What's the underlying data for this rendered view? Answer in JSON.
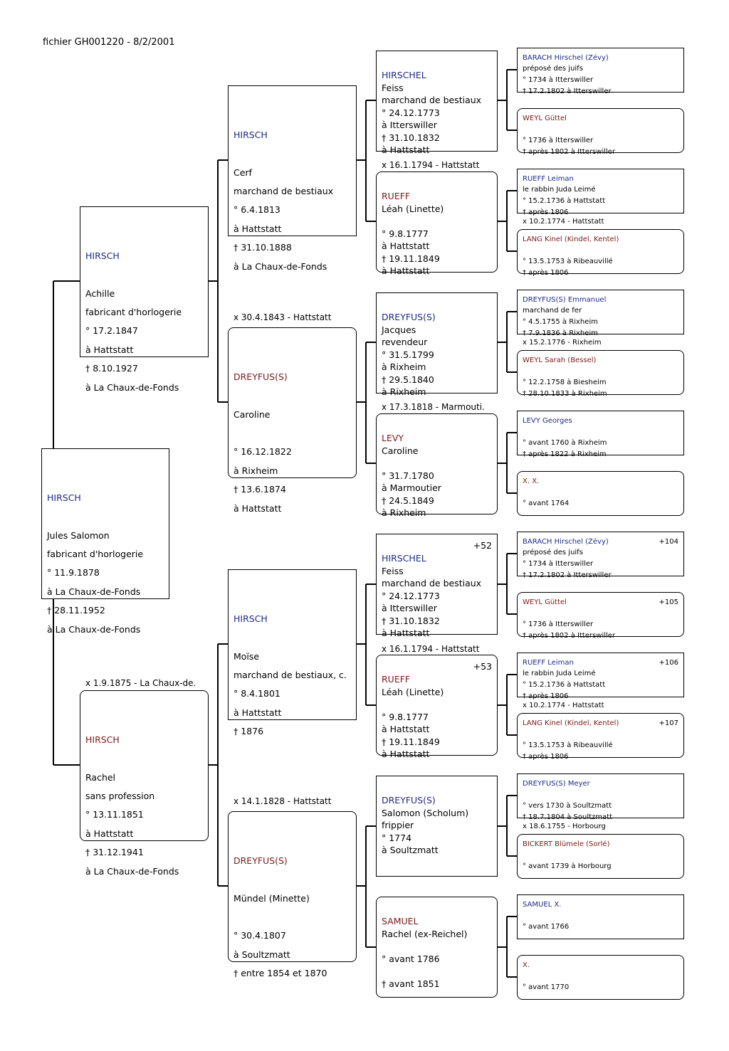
{
  "header": "fichier GH001220 - 8/2/2001",
  "colors": {
    "male": "#1f2a86",
    "female": "#7a1a1a",
    "line": "#000000"
  },
  "persons": {
    "p1": {
      "lines": [
        "HIRSCH",
        "Jules Salomon",
        "fabricant d'horlogerie",
        "° 11.9.1878",
        "à La Chaux-de-Fonds",
        "† 28.11.1952",
        "à La Chaux-de-Fonds"
      ]
    },
    "p2": {
      "lines": [
        "HIRSCH",
        "Achille",
        "fabricant d'horlogerie",
        "° 17.2.1847",
        "à Hattstatt",
        "† 8.10.1927",
        "à La Chaux-de-Fonds"
      ]
    },
    "p3": {
      "lines": [
        "HIRSCH",
        "Rachel",
        "sans profession",
        "° 13.11.1851",
        "à Hattstatt",
        "† 31.12.1941",
        "à La Chaux-de-Fonds"
      ]
    },
    "p4": {
      "lines": [
        "HIRSCH",
        "Cerf",
        "marchand de bestiaux",
        "° 6.4.1813",
        "à Hattstatt",
        "† 31.10.1888",
        "à La Chaux-de-Fonds"
      ]
    },
    "p5": {
      "lines": [
        "DREYFUS(S)",
        "Caroline",
        "",
        "° 16.12.1822",
        "à Rixheim",
        "† 13.6.1874",
        "à Hattstatt"
      ]
    },
    "p6": {
      "lines": [
        "HIRSCH",
        "Moïse",
        "marchand de bestiaux, c.",
        "° 8.4.1801",
        "à Hattstatt",
        "† 1876"
      ]
    },
    "p7": {
      "lines": [
        "DREYFUS(S)",
        "Mündel (Minette)",
        "",
        "° 30.4.1807",
        "à Soultzmatt",
        "† entre 1854 et 1870"
      ]
    },
    "p8": {
      "lines": [
        "HIRSCHEL",
        "Feiss",
        "marchand de bestiaux",
        "° 24.12.1773",
        "à Itterswiller",
        "† 31.10.1832",
        "à Hattstatt"
      ]
    },
    "p9": {
      "lines": [
        "RUEFF",
        "Léah (Linette)",
        "",
        "° 9.8.1777",
        "à Hattstatt",
        "† 19.11.1849",
        "à Hattstatt"
      ]
    },
    "p10": {
      "lines": [
        "DREYFUS(S)",
        "Jacques",
        "revendeur",
        "° 31.5.1799",
        "à Rixheim",
        "† 29.5.1840",
        "à Rixheim"
      ]
    },
    "p11": {
      "lines": [
        "LEVY",
        "Caroline",
        "",
        "° 31.7.1780",
        "à Marmoutier",
        "† 24.5.1849",
        "à Rixheim"
      ]
    },
    "p12": {
      "num": "+52",
      "lines": [
        "HIRSCHEL",
        "Feiss",
        "marchand de bestiaux",
        "° 24.12.1773",
        "à Itterswiller",
        "† 31.10.1832",
        "à Hattstatt"
      ]
    },
    "p13": {
      "num": "+53",
      "lines": [
        "RUEFF",
        "Léah (Linette)",
        "",
        "° 9.8.1777",
        "à Hattstatt",
        "† 19.11.1849",
        "à Hattstatt"
      ]
    },
    "p14": {
      "lines": [
        "DREYFUS(S)",
        "Salomon (Scholum)",
        "frippier",
        "° 1774",
        "à Soultzmatt"
      ]
    },
    "p15": {
      "lines": [
        "SAMUEL",
        "Rachel (ex-Reichel)",
        "",
        "° avant 1786",
        "",
        "† avant 1851"
      ]
    },
    "p16": {
      "lines": [
        "BARACH Hirschel (Zévy)",
        "préposé des juifs",
        "° 1734 à Itterswiller",
        "† 17.2.1802 à Itterswiller"
      ]
    },
    "p17": {
      "lines": [
        "WEYL Güttel",
        "",
        "° 1736 à Itterswiller",
        "† après 1802 à Itterswiller"
      ]
    },
    "p18": {
      "lines": [
        "RUEFF Leiman",
        "le rabbin Juda Leimé",
        "° 15.2.1736 à Hattstatt",
        "† après 1806"
      ]
    },
    "p19": {
      "lines": [
        "LANG Kinel (Kindel, Kentel)",
        "",
        "° 13.5.1753 à Ribeauvillé",
        "† après 1806"
      ]
    },
    "p20": {
      "lines": [
        "DREYFUS(S) Emmanuel",
        "marchand de fer",
        "° 4.5.1755 à Rixheim",
        "† 7.9.1836 à Rixheim"
      ]
    },
    "p21": {
      "lines": [
        "WEYL Sarah (Bessel)",
        "",
        "° 12.2.1758 à Biesheim",
        "† 28.10.1833 à Rixheim"
      ]
    },
    "p22": {
      "lines": [
        "LEVY Georges",
        "",
        "° avant 1760 à Rixheim",
        "† après 1822 à Rixheim"
      ]
    },
    "p23": {
      "lines": [
        "X. X.",
        "",
        "° avant 1764"
      ]
    },
    "p24": {
      "num": "+104",
      "lines": [
        "BARACH Hirschel (Zévy)",
        "préposé des juifs",
        "° 1734 à Itterswiller",
        "† 17.2.1802 à Itterswiller"
      ]
    },
    "p25": {
      "num": "+105",
      "lines": [
        "WEYL Güttel",
        "",
        "° 1736 à Itterswiller",
        "† après 1802 à Itterswiller"
      ]
    },
    "p26": {
      "num": "+106",
      "lines": [
        "RUEFF Leiman",
        "le rabbin Juda Leimé",
        "° 15.2.1736 à Hattstatt",
        "† après 1806"
      ]
    },
    "p27": {
      "num": "+107",
      "lines": [
        "LANG Kinel (Kindel, Kentel)",
        "",
        "° 13.5.1753 à Ribeauvillé",
        "† après 1806"
      ]
    },
    "p28": {
      "lines": [
        "DREYFUS(S) Meyer",
        "",
        "° vers 1730 à Soultzmatt",
        "† 18.7.1804 à Soultzmatt"
      ]
    },
    "p29": {
      "lines": [
        "BICKERT Blümele (Sorlé)",
        "",
        "° avant 1739 à Horbourg"
      ]
    },
    "p30": {
      "lines": [
        "SAMUEL X.",
        "",
        "° avant 1766"
      ]
    },
    "p31": {
      "lines": [
        "X.",
        "",
        "° avant 1770"
      ]
    }
  },
  "marriages": {
    "m1": "x 1.9.1875 - La Chaux-de.",
    "m2": "x 30.4.1843 - Hattstatt",
    "m3": "x 14.1.1828 - Hattstatt",
    "m4": "x 16.1.1794 - Hattstatt",
    "m5": "x 17.3.1818 - Marmouti.",
    "m6": "x 16.1.1794 - Hattstatt",
    "m7": "x 10.2.1774 - Hattstatt",
    "m8": "x 15.2.1776 - Rixheim",
    "m9": "x 10.2.1774 - Hattstatt",
    "m10": "x 18.6.1755 - Horbourg"
  }
}
